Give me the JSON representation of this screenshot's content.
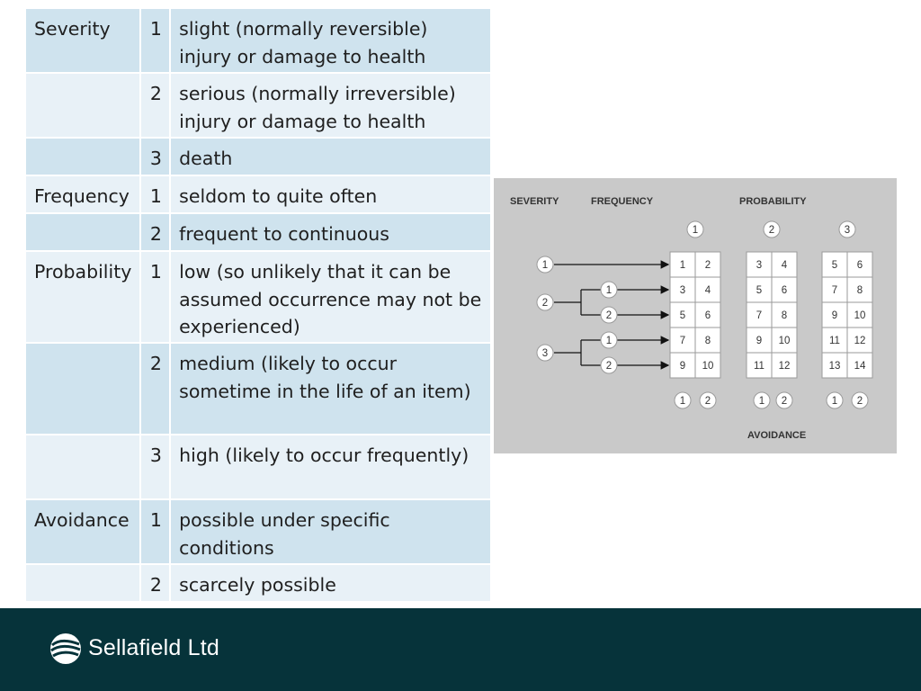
{
  "table": {
    "rows": [
      {
        "category": "Severity",
        "num": "1",
        "desc": "slight (normally reversible) injury or damage to health"
      },
      {
        "category": "",
        "num": "2",
        "desc": "serious (normally irreversible) injury or damage to health"
      },
      {
        "category": "",
        "num": "3",
        "desc": "death"
      },
      {
        "category": "Frequency",
        "num": "1",
        "desc": "seldom to quite often"
      },
      {
        "category": "",
        "num": "2",
        "desc": "frequent to continuous"
      },
      {
        "category": "Probability",
        "num": "1",
        "desc": "low (so unlikely that it can be assumed occurrence may not be experienced)"
      },
      {
        "category": "",
        "num": "2",
        "desc": "medium (likely to occur sometime in the life of an item)"
      },
      {
        "category": "",
        "num": "3",
        "desc": "high (likely to occur frequently)"
      },
      {
        "category": "Avoidance",
        "num": "1",
        "desc": "possible under specific conditions"
      },
      {
        "category": "",
        "num": "2",
        "desc": "scarcely possible"
      }
    ]
  },
  "diagram": {
    "headers": {
      "severity": "SEVERITY",
      "frequency": "FREQUENCY",
      "probability": "PROBABILITY",
      "avoidance": "AVOIDANCE"
    },
    "probability_levels": [
      "1",
      "2",
      "3"
    ],
    "severity_levels": [
      "1",
      "2",
      "3"
    ],
    "frequency_levels": [
      "1",
      "2",
      "1",
      "2"
    ],
    "avoidance_levels": [
      "1",
      "2",
      "1",
      "2",
      "1",
      "2"
    ],
    "grids": [
      {
        "rows": [
          [
            "1",
            "2"
          ],
          [
            "3",
            "4"
          ],
          [
            "5",
            "6"
          ],
          [
            "7",
            "8"
          ],
          [
            "9",
            "10"
          ]
        ]
      },
      {
        "rows": [
          [
            "3",
            "4"
          ],
          [
            "5",
            "6"
          ],
          [
            "7",
            "8"
          ],
          [
            "9",
            "10"
          ],
          [
            "11",
            "12"
          ]
        ]
      },
      {
        "rows": [
          [
            "5",
            "6"
          ],
          [
            "7",
            "8"
          ],
          [
            "9",
            "10"
          ],
          [
            "11",
            "12"
          ],
          [
            "13",
            "14"
          ]
        ]
      }
    ]
  },
  "footer": {
    "company": "Sellafield Ltd"
  },
  "colors": {
    "row_dark": "#cfe3ee",
    "row_light": "#e8f1f7",
    "footer_bg": "#06333a",
    "diagram_bg": "#c9c9c9"
  }
}
